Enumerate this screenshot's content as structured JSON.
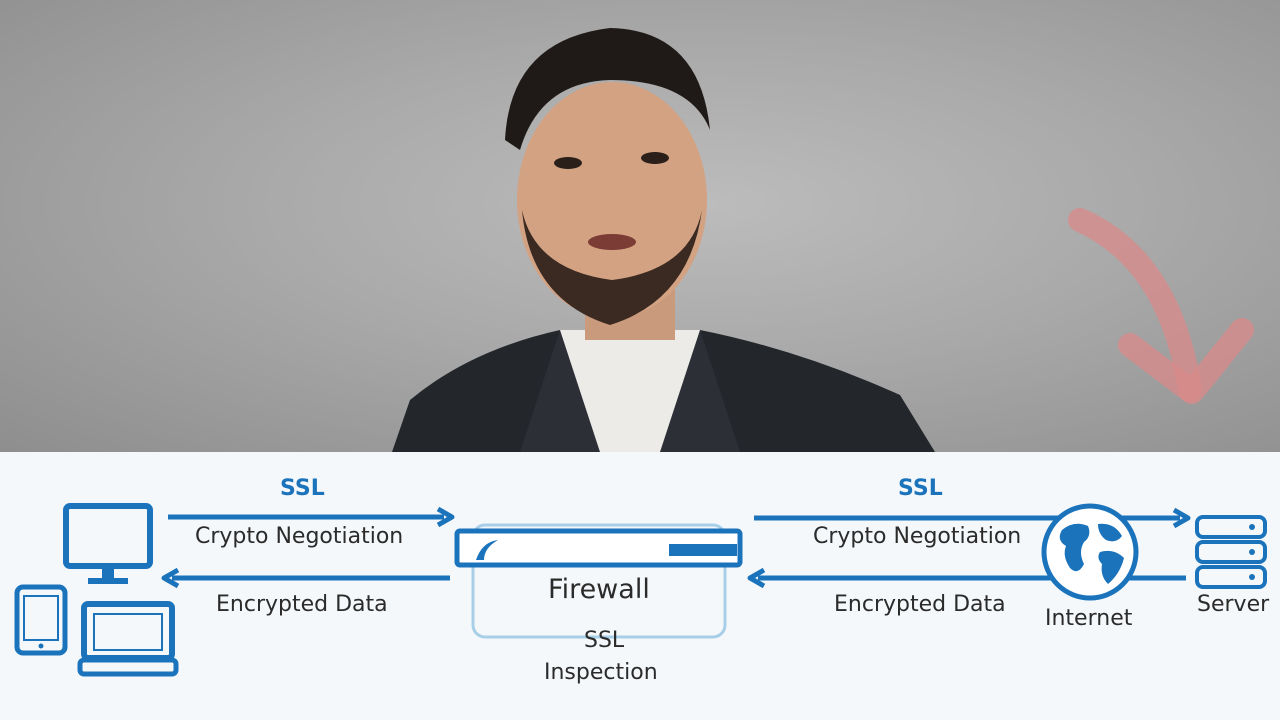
{
  "diagram": {
    "left": {
      "protocol": "SSL",
      "top_arrow_label": "Crypto Negotiation",
      "bottom_arrow_label": "Encrypted Data"
    },
    "right": {
      "protocol": "SSL",
      "top_arrow_label": "Crypto Negotiation",
      "bottom_arrow_label": "Encrypted Data"
    },
    "firewall": {
      "label": "Firewall",
      "inspection_label_line1": "SSL",
      "inspection_label_line2": "Inspection"
    },
    "internet_label": "Internet",
    "server_label": "Server"
  },
  "colors": {
    "accent_blue": "#1a73bb",
    "inspection_box": "#a7cfe8",
    "annotation_arrow": "#d98a8a"
  }
}
